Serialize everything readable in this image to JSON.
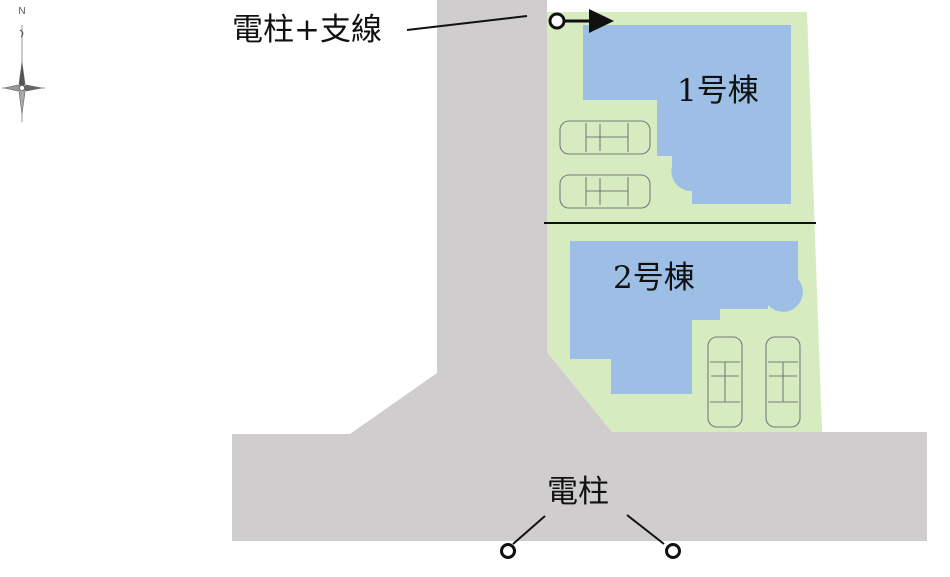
{
  "labels": {
    "pole_guy_wire": "電柱+支線",
    "building_1": "1号棟",
    "building_2": "2号棟",
    "pole": "電柱"
  },
  "compass": {
    "north_mark": "N"
  },
  "colors": {
    "road": "#cfcdcd",
    "lot": "#d6ebbf",
    "building": "#9dbfe6",
    "line": "#111111",
    "car_outline": "#7a7a7a"
  }
}
